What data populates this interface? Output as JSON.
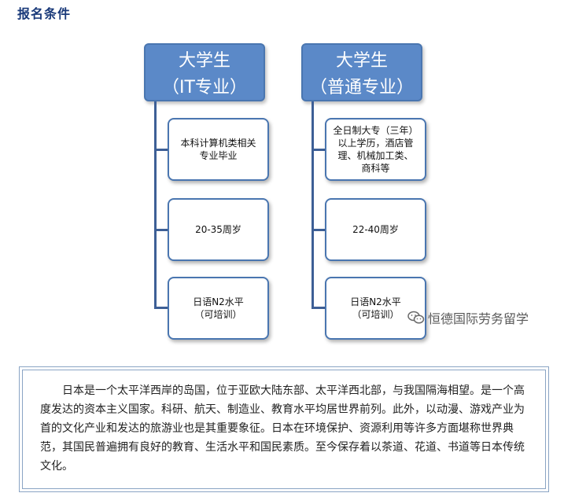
{
  "heading": "报名条件",
  "columns": [
    {
      "title": "大学生",
      "subtitle": "（IT专业）",
      "items": [
        [
          "本科计算机类相关",
          "专业毕业"
        ],
        [
          "20-35周岁"
        ],
        [
          "日语N2水平",
          "（可培训）"
        ]
      ]
    },
    {
      "title": "大学生",
      "subtitle": "（普通专业）",
      "items": [
        [
          "全日制大专（三年）",
          "以上学历，酒店管",
          "理、机械加工类、",
          "商科等"
        ],
        [
          "22-40周岁"
        ],
        [
          "日语N2水平",
          "（可培训）"
        ]
      ]
    }
  ],
  "watermark": "恒德国际劳务留学",
  "colors": {
    "header_fill": "#5b89c8",
    "border": "#4a76b0",
    "connector": "#3d5f96",
    "heading": "#1a3a7a"
  },
  "intro": "日本是一个太平洋西岸的岛国，位于亚欧大陆东部、太平洋西北部，与我国隔海相望。是一个高度发达的资本主义国家。科研、航天、制造业、教育水平均居世界前列。此外，以动漫、游戏产业为首的文化产业和发达的旅游业也是其重要象征。日本在环境保护、资源利用等许多方面堪称世界典范，其国民普遍拥有良好的教育、生活水平和国民素质。至今保存着以茶道、花道、书道等日本传统文化。"
}
